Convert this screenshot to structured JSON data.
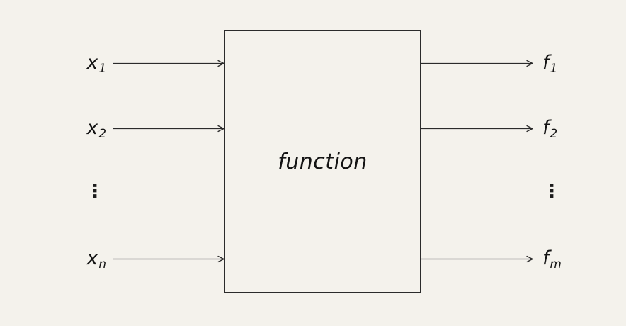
{
  "diagram": {
    "box_label": "function",
    "dots_glyph": "⋮",
    "inputs": [
      {
        "base": "x",
        "sub": "1"
      },
      {
        "base": "x",
        "sub": "2"
      },
      {
        "base": "x",
        "sub": "n"
      }
    ],
    "outputs": [
      {
        "base": "f",
        "sub": "1"
      },
      {
        "base": "f",
        "sub": "2"
      },
      {
        "base": "f",
        "sub": "m"
      }
    ],
    "colors": {
      "background": "#f4f2ec",
      "line": "#2b2b2b",
      "text": "#141414"
    }
  }
}
